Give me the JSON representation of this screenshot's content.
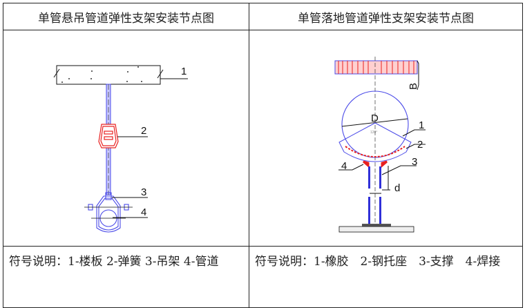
{
  "table": {
    "headers": [
      "单管悬吊管道弹性支架安装节点图",
      "单管落地管道弹性支架安装节点图"
    ],
    "notes": [
      "符号说明：1-楼板 2-弹簧 3-吊架 4-管道",
      "符号说明：1-橡胶　2-钢托座　3-支撑　4-焊接"
    ]
  },
  "left_figure": {
    "labels": [
      "1",
      "2",
      "3",
      "4"
    ]
  },
  "right_figure": {
    "labels": [
      "1",
      "2",
      "3",
      "4"
    ],
    "dim_D": "D",
    "dim_B": "B",
    "dim_d": "d",
    "angle": "120°"
  },
  "colors": {
    "pipe": "#4a4ae8",
    "spring": "#e82020",
    "line": "#111111"
  }
}
